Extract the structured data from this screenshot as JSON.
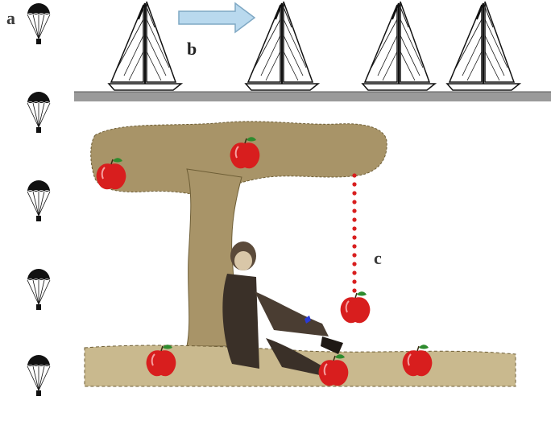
{
  "labels": {
    "a": "a",
    "b": "b",
    "c": "c"
  },
  "icons": {
    "parachute": "parachute-icon",
    "sailboat": "sailboat-icon",
    "arrow": "right-arrow-icon",
    "apple": "apple-icon"
  },
  "colors": {
    "tree_bark": "#8a7a4f",
    "apple_red": "#d81e1e",
    "leaf_green": "#2e8b2e",
    "arrow_fill": "#b9d9ee",
    "ground_gray": "#9a9a9a"
  }
}
